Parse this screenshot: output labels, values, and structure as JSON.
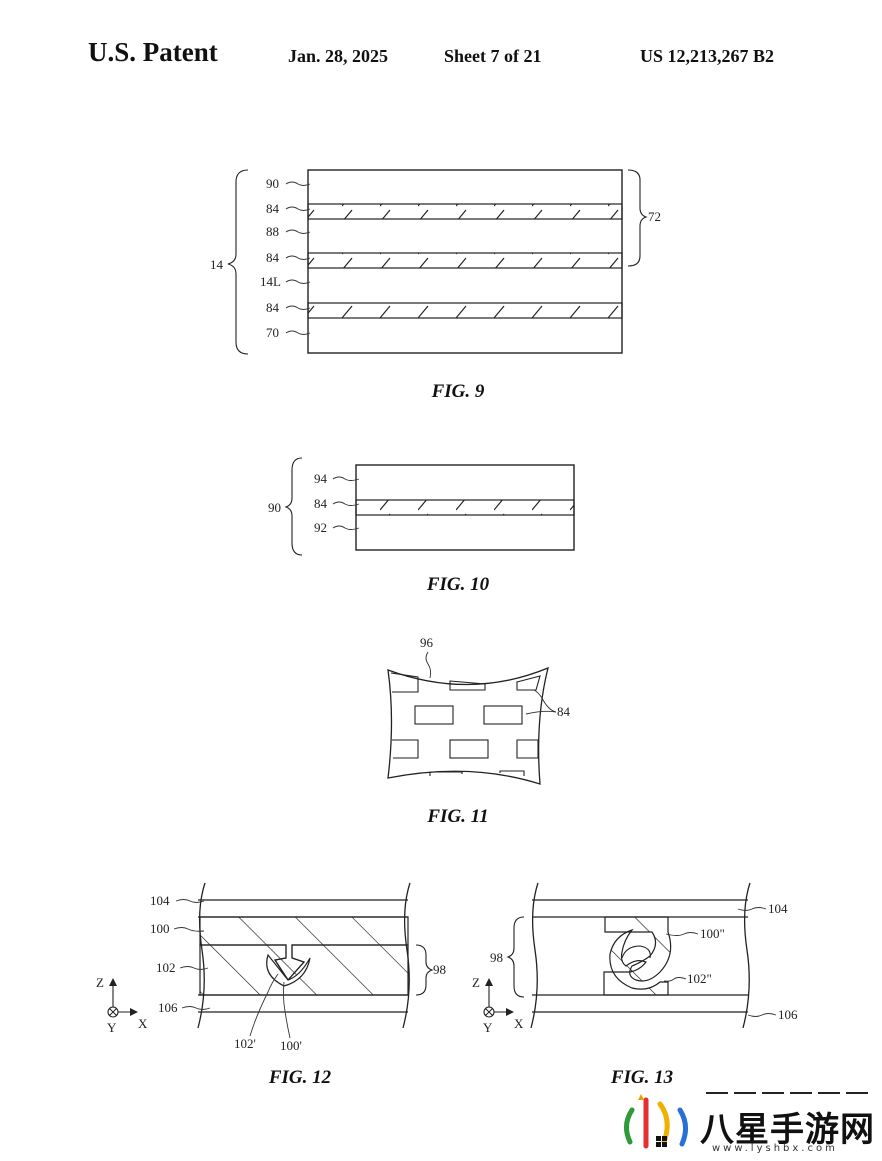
{
  "header": {
    "left": "U.S. Patent",
    "date": "Jan. 28, 2025",
    "sheet": "Sheet 7 of 21",
    "number": "US 12,213,267 B2"
  },
  "fig9": {
    "caption": "FIG. 9",
    "brace_left": "14",
    "brace_right": "72",
    "layers": [
      "90",
      "84",
      "88",
      "84",
      "14L",
      "84",
      "70"
    ]
  },
  "fig10": {
    "caption": "FIG. 10",
    "brace_left": "90",
    "layers": [
      "94",
      "84",
      "92"
    ]
  },
  "fig11": {
    "caption": "FIG. 11",
    "label_top": "96",
    "label_right": "84"
  },
  "fig12": {
    "caption": "FIG. 12",
    "labels": [
      "104",
      "100",
      "102",
      "106",
      "102'",
      "100'",
      "98"
    ],
    "axes": {
      "z": "Z",
      "y": "Y",
      "x": "X"
    }
  },
  "fig13": {
    "caption": "FIG. 13",
    "labels": [
      "104",
      "98",
      "100\"",
      "102\"",
      "106"
    ],
    "axes": {
      "z": "Z",
      "y": "Y",
      "x": "X"
    }
  },
  "watermark": {
    "name": "八星手游网",
    "url": "www.lyshbx.com"
  }
}
